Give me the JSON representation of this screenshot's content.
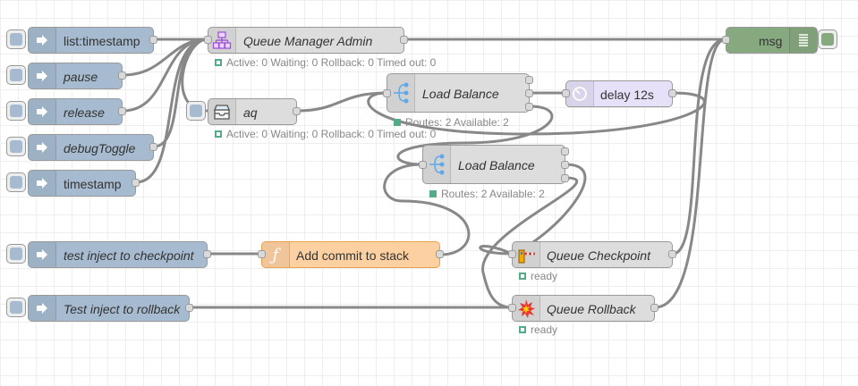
{
  "colors": {
    "inject": "#a6bbcf",
    "queue": "#dddddd",
    "function": "#fdd0a2",
    "delay": "#e6e0f8",
    "debug": "#87a980",
    "wire": "#888888",
    "status_ok": "#55aa88"
  },
  "inject_nodes": {
    "list_timestamp": "list:timestamp",
    "pause": "pause",
    "release": "release",
    "debug_toggle": "debugToggle",
    "timestamp": "timestamp",
    "test_checkpoint": "test inject to checkpoint",
    "test_rollback": "Test inject to rollback"
  },
  "queue_manager": {
    "label": "Queue Manager Admin",
    "status": "Active: 0 Waiting: 0 Rollback: 0 Timed out: 0",
    "icon": "queue-manager-icon"
  },
  "aq": {
    "label": "aq",
    "status": "Active: 0 Waiting: 0 Rollback: 0 Timed out: 0",
    "icon": "inbox-tray-icon"
  },
  "load_balance_1": {
    "label": "Load Balance",
    "status": "Routes: 2 Available: 2",
    "icon": "load-balance-icon"
  },
  "load_balance_2": {
    "label": "Load Balance",
    "status": "Routes: 2 Available: 2",
    "icon": "load-balance-icon"
  },
  "delay": {
    "label": "delay 12s",
    "icon": "timer-icon"
  },
  "debug": {
    "label": "msg",
    "icon": "debug-list-icon"
  },
  "function": {
    "label": "Add commit to stack",
    "icon": "function-icon"
  },
  "checkpoint": {
    "label": "Queue Checkpoint",
    "status": "ready",
    "icon": "checkpoint-barrier-icon"
  },
  "rollback": {
    "label": "Queue Rollback",
    "status": "ready",
    "icon": "explosion-icon"
  }
}
